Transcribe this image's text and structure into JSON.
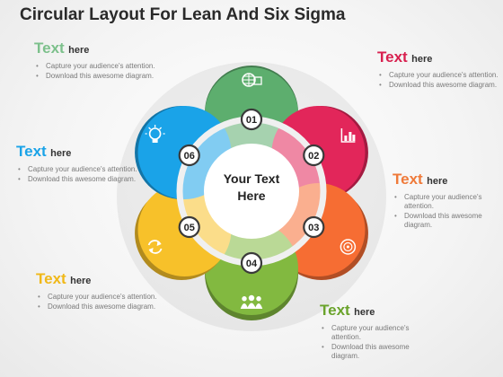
{
  "title": "Circular Layout For Lean And Six Sigma",
  "center_text": [
    "Your Text",
    "Here"
  ],
  "segments": [
    {
      "number": "01",
      "color": "#5dae6e",
      "icon": "globe-grid-icon"
    },
    {
      "number": "02",
      "color": "#e2265a",
      "icon": "bar-chart-icon"
    },
    {
      "number": "03",
      "color": "#f66d33",
      "icon": "target-coin-icon"
    },
    {
      "number": "04",
      "color": "#82b940",
      "icon": "group-people-icon"
    },
    {
      "number": "05",
      "color": "#f7c12a",
      "icon": "refresh-arrows-icon"
    },
    {
      "number": "06",
      "color": "#1aa3e8",
      "icon": "lightbulb-gear-icon"
    }
  ],
  "callouts": [
    {
      "big": "Text",
      "small": "here",
      "color": "#7cc08b",
      "bullets": [
        "Capture your audience's attention.",
        "Download this awesome diagram."
      ]
    },
    {
      "big": "Text",
      "small": "here",
      "color": "#d8204f",
      "bullets": [
        "Capture your audience's attention.",
        "Download this awesome diagram."
      ]
    },
    {
      "big": "Text",
      "small": "here",
      "color": "#ef7a3a",
      "bullets": [
        "Capture your audience's attention.",
        "Download this awesome diagram."
      ]
    },
    {
      "big": "Text",
      "small": "here",
      "color": "#6aa32b",
      "bullets": [
        "Capture your audience's attention.",
        "Download this awesome diagram."
      ]
    },
    {
      "big": "Text",
      "small": "here",
      "color": "#f0b818",
      "bullets": [
        "Capture your audience's attention.",
        "Download this awesome diagram."
      ]
    },
    {
      "big": "Text",
      "small": "here",
      "color": "#1aa3e8",
      "bullets": [
        "Capture your audience's attention.",
        "Download this awesome diagram."
      ]
    }
  ]
}
